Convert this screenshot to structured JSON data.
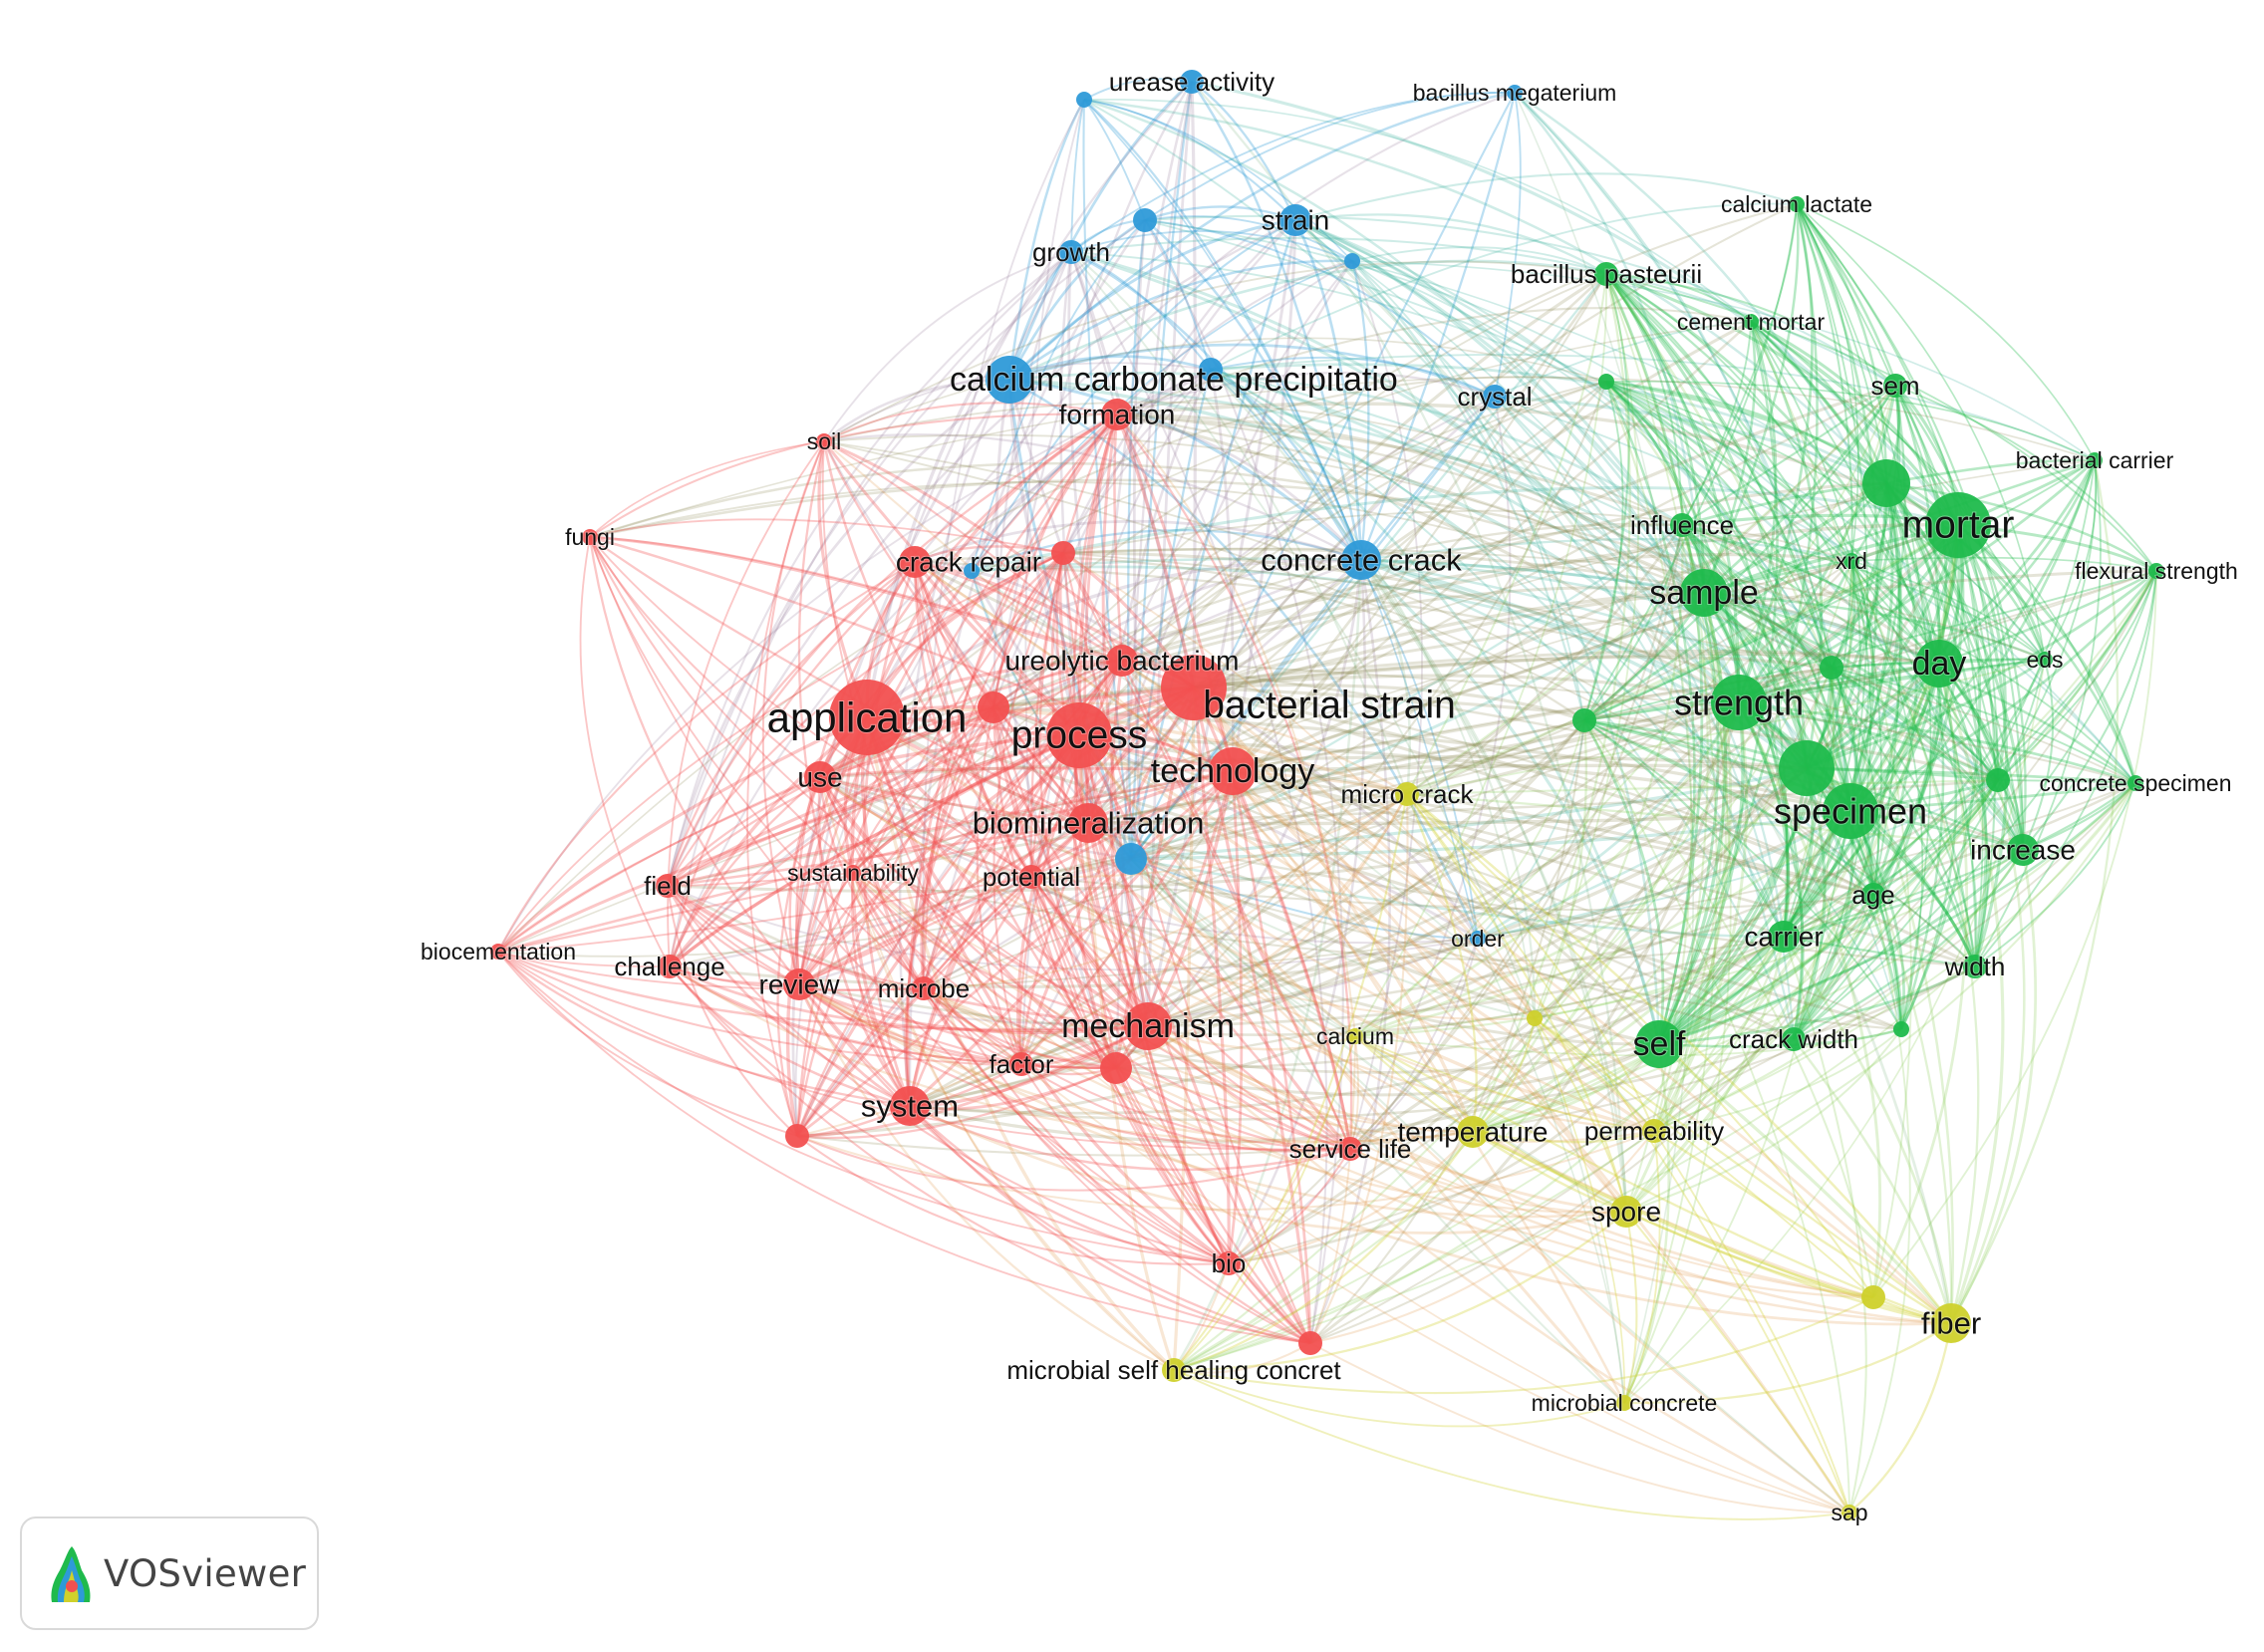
{
  "app": {
    "watermark_text": "VOSviewer",
    "watermark_logo": "vosviewer-logo-icon"
  },
  "cluster_colors": {
    "red": "#f25050",
    "blue": "#2e9ad8",
    "green": "#1fba4c",
    "yellow": "#cfd12c"
  },
  "nodes": [
    {
      "label": "urease activity",
      "cluster": "blue",
      "weight": 2
    },
    {
      "label": "bacillus megaterium",
      "cluster": "blue",
      "weight": 1
    },
    {
      "label": "",
      "cluster": "blue",
      "weight": 1
    },
    {
      "label": "strain",
      "cluster": "blue",
      "weight": 3
    },
    {
      "label": "growth",
      "cluster": "blue",
      "weight": 2
    },
    {
      "label": "",
      "cluster": "blue",
      "weight": 2
    },
    {
      "label": "",
      "cluster": "blue",
      "weight": 1
    },
    {
      "label": "calcium carbonate precipitatio",
      "cluster": "blue",
      "weight": 5
    },
    {
      "label": "crystal",
      "cluster": "blue",
      "weight": 2
    },
    {
      "label": "concrete crack",
      "cluster": "blue",
      "weight": 4
    },
    {
      "label": "",
      "cluster": "blue",
      "weight": 2
    },
    {
      "label": "",
      "cluster": "blue",
      "weight": 3
    },
    {
      "label": "order",
      "cluster": "blue",
      "weight": 1
    },
    {
      "label": "",
      "cluster": "blue",
      "weight": 1
    },
    {
      "label": "calcium lactate",
      "cluster": "green",
      "weight": 1
    },
    {
      "label": "bacillus pasteurii",
      "cluster": "green",
      "weight": 2
    },
    {
      "label": "cement mortar",
      "cluster": "green",
      "weight": 1
    },
    {
      "label": "",
      "cluster": "green",
      "weight": 1
    },
    {
      "label": "sem",
      "cluster": "green",
      "weight": 2
    },
    {
      "label": "bacterial carrier",
      "cluster": "green",
      "weight": 1
    },
    {
      "label": "",
      "cluster": "green",
      "weight": 5
    },
    {
      "label": "mortar",
      "cluster": "green",
      "weight": 7
    },
    {
      "label": "influence",
      "cluster": "green",
      "weight": 2
    },
    {
      "label": "flexural strength",
      "cluster": "green",
      "weight": 1
    },
    {
      "label": "sample",
      "cluster": "green",
      "weight": 5
    },
    {
      "label": "xrd",
      "cluster": "green",
      "weight": 1
    },
    {
      "label": "day",
      "cluster": "green",
      "weight": 5
    },
    {
      "label": "eds",
      "cluster": "green",
      "weight": 1
    },
    {
      "label": "strength",
      "cluster": "green",
      "weight": 6
    },
    {
      "label": "",
      "cluster": "green",
      "weight": 2
    },
    {
      "label": "",
      "cluster": "green",
      "weight": 2
    },
    {
      "label": "",
      "cluster": "green",
      "weight": 6
    },
    {
      "label": "specimen",
      "cluster": "green",
      "weight": 6
    },
    {
      "label": "concrete specimen",
      "cluster": "green",
      "weight": 1
    },
    {
      "label": "",
      "cluster": "green",
      "weight": 2
    },
    {
      "label": "increase",
      "cluster": "green",
      "weight": 3
    },
    {
      "label": "age",
      "cluster": "green",
      "weight": 2
    },
    {
      "label": "carrier",
      "cluster": "green",
      "weight": 3
    },
    {
      "label": "width",
      "cluster": "green",
      "weight": 2
    },
    {
      "label": "self",
      "cluster": "green",
      "weight": 5
    },
    {
      "label": "crack width",
      "cluster": "green",
      "weight": 2
    },
    {
      "label": "",
      "cluster": "green",
      "weight": 1
    },
    {
      "label": "soil",
      "cluster": "red",
      "weight": 1
    },
    {
      "label": "formation",
      "cluster": "red",
      "weight": 3
    },
    {
      "label": "fungi",
      "cluster": "red",
      "weight": 1
    },
    {
      "label": "crack repair",
      "cluster": "red",
      "weight": 3
    },
    {
      "label": "",
      "cluster": "red",
      "weight": 2
    },
    {
      "label": "ureolytic bacterium",
      "cluster": "red",
      "weight": 3
    },
    {
      "label": "bacterial strain",
      "cluster": "red",
      "weight": 7
    },
    {
      "label": "application",
      "cluster": "red",
      "weight": 8
    },
    {
      "label": "",
      "cluster": "red",
      "weight": 3
    },
    {
      "label": "process",
      "cluster": "red",
      "weight": 7
    },
    {
      "label": "technology",
      "cluster": "red",
      "weight": 5
    },
    {
      "label": "use",
      "cluster": "red",
      "weight": 3
    },
    {
      "label": "biomineralization",
      "cluster": "red",
      "weight": 4
    },
    {
      "label": "sustainability",
      "cluster": "red",
      "weight": 1
    },
    {
      "label": "potential",
      "cluster": "red",
      "weight": 2
    },
    {
      "label": "field",
      "cluster": "red",
      "weight": 2
    },
    {
      "label": "biocementation",
      "cluster": "red",
      "weight": 1
    },
    {
      "label": "challenge",
      "cluster": "red",
      "weight": 2
    },
    {
      "label": "review",
      "cluster": "red",
      "weight": 3
    },
    {
      "label": "microbe",
      "cluster": "red",
      "weight": 2
    },
    {
      "label": "mechanism",
      "cluster": "red",
      "weight": 5
    },
    {
      "label": "factor",
      "cluster": "red",
      "weight": 2
    },
    {
      "label": "",
      "cluster": "red",
      "weight": 3
    },
    {
      "label": "system",
      "cluster": "red",
      "weight": 4
    },
    {
      "label": "",
      "cluster": "red",
      "weight": 2
    },
    {
      "label": "service life",
      "cluster": "red",
      "weight": 2
    },
    {
      "label": "bio",
      "cluster": "red",
      "weight": 2
    },
    {
      "label": "",
      "cluster": "red",
      "weight": 2
    },
    {
      "label": "micro crack",
      "cluster": "yellow",
      "weight": 2
    },
    {
      "label": "calcium",
      "cluster": "yellow",
      "weight": 1
    },
    {
      "label": "",
      "cluster": "yellow",
      "weight": 1
    },
    {
      "label": "temperature",
      "cluster": "yellow",
      "weight": 3
    },
    {
      "label": "permeability",
      "cluster": "yellow",
      "weight": 2
    },
    {
      "label": "spore",
      "cluster": "yellow",
      "weight": 3
    },
    {
      "label": "",
      "cluster": "yellow",
      "weight": 2
    },
    {
      "label": "fiber",
      "cluster": "yellow",
      "weight": 4
    },
    {
      "label": "microbial self healing concret",
      "cluster": "yellow",
      "weight": 2
    },
    {
      "label": "microbial concrete",
      "cluster": "yellow",
      "weight": 1
    },
    {
      "label": "sap",
      "cluster": "yellow",
      "weight": 1
    }
  ]
}
